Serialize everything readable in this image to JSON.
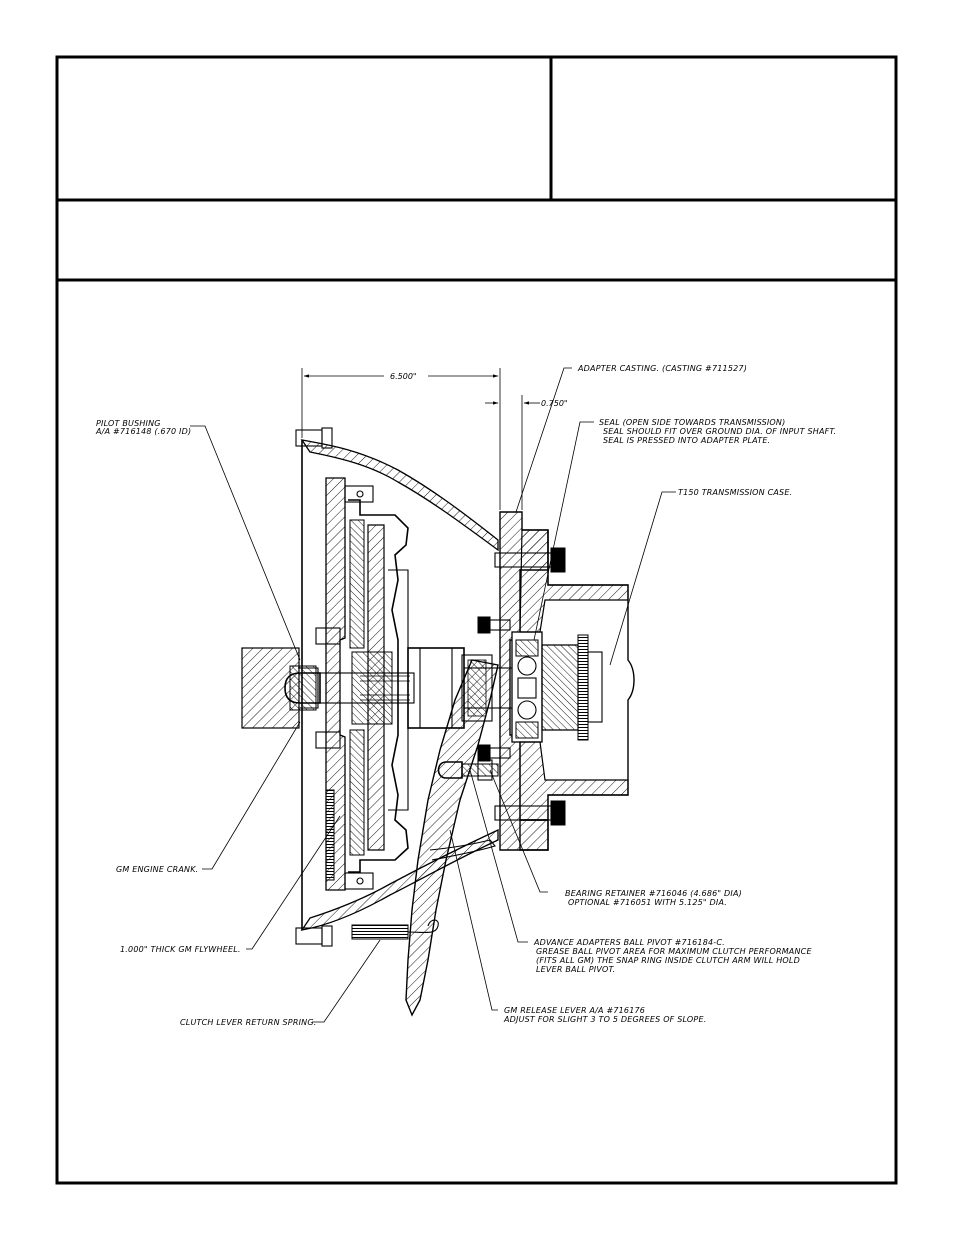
{
  "dimensions": {
    "overall": "6.500\"",
    "adapter_thickness": "0.750\""
  },
  "labels": {
    "pilot_bushing": [
      "PILOT BUSHING",
      "A/A #716148 (.670 ID)"
    ],
    "adapter_casting": [
      "ADAPTER CASTING. (CASTING #711527)"
    ],
    "seal": [
      "SEAL (OPEN SIDE TOWARDS TRANSMISSION)",
      "SEAL SHOULD FIT OVER GROUND DIA. OF INPUT SHAFT.",
      "SEAL IS PRESSED INTO ADAPTER PLATE."
    ],
    "transmission_case": [
      "T150 TRANSMISSION CASE."
    ],
    "engine_crank": [
      "GM ENGINE CRANK."
    ],
    "bearing_retainer": [
      "BEARING RETAINER #716046 (4.686\" DIA)",
      "OPTIONAL #716051 WITH 5.125\" DIA."
    ],
    "flywheel": [
      "1.000\" THICK GM FLYWHEEL."
    ],
    "ball_pivot": [
      "ADVANCE ADAPTERS BALL PIVOT #716184-C.",
      "GREASE BALL PIVOT AREA FOR MAXIMUM CLUTCH PERFORMANCE",
      "(FITS ALL GM) THE SNAP RING INSIDE CLUTCH ARM WILL HOLD",
      "LEVER BALL PIVOT."
    ],
    "release_lever": [
      "GM RELEASE LEVER A/A #716176",
      "ADJUST FOR SLIGHT 3 TO 5 DEGREES OF SLOPE."
    ],
    "return_spring": [
      "CLUTCH LEVER RETURN SPRING."
    ]
  }
}
